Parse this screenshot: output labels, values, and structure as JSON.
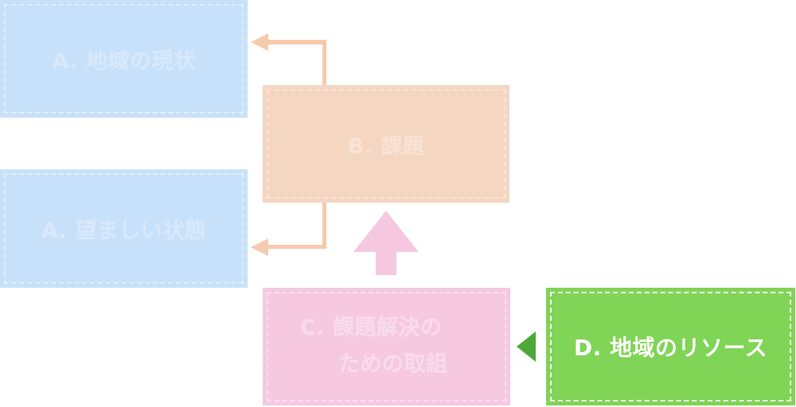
{
  "diagram": {
    "boxes": {
      "a_current": {
        "label": "A. 地域の現状"
      },
      "a_desired": {
        "label": "A. 望ましい状態"
      },
      "b_issues": {
        "label": "B. 課題"
      },
      "c_actions": {
        "line1": "C. 課題解決の",
        "line2": "ための取組"
      },
      "d_resources": {
        "label": "D. 地域のリソース"
      }
    },
    "connectors": [
      {
        "from": "B. 課題",
        "to": "A. 地域の現状",
        "icon": "arrow-left-icon"
      },
      {
        "from": "B. 課題",
        "to": "A. 望ましい状態",
        "icon": "arrow-left-icon"
      },
      {
        "from": "C. 課題解決のための取組",
        "to": "B. 課題",
        "icon": "arrow-up-icon"
      },
      {
        "from": "D. 地域のリソース",
        "to": "C. 課題解決のための取組",
        "icon": "triangle-left-icon"
      }
    ],
    "colors": {
      "box_a": "#c8e1fa",
      "box_b": "#f5d6c1",
      "box_c": "#f6c9e1",
      "box_d": "#80d456",
      "connector_orange": "#f5cbae",
      "arrow_pink": "#f6c8e0",
      "triangle_green": "#4da83a"
    }
  }
}
